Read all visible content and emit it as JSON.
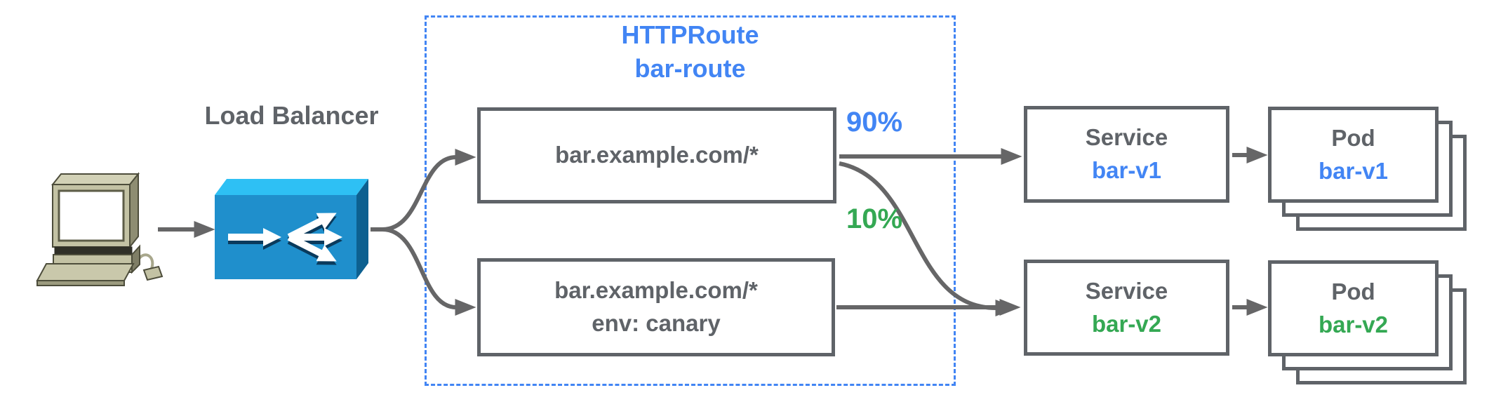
{
  "load_balancer": {
    "label": "Load Balancer"
  },
  "httproute": {
    "kind": "HTTPRoute",
    "name": "bar-route",
    "rules": [
      {
        "match": "bar.example.com/*"
      },
      {
        "match": "bar.example.com/*",
        "header": "env: canary"
      }
    ]
  },
  "traffic_split": {
    "to_v1": "90%",
    "to_v2": "10%"
  },
  "services": [
    {
      "kind": "Service",
      "name": "bar-v1"
    },
    {
      "kind": "Service",
      "name": "bar-v2"
    }
  ],
  "pods": [
    {
      "kind": "Pod",
      "name": "bar-v1"
    },
    {
      "kind": "Pod",
      "name": "bar-v2"
    }
  ],
  "icons": {
    "client": "client-computer-icon",
    "load_balancer": "load-balancer-icon"
  },
  "colors": {
    "blue": "#4285F4",
    "green": "#34A853",
    "gray_text": "#5F6368",
    "connector": "#666667",
    "lb_top": "#2EC0F4",
    "lb_front": "#1F8FCC",
    "lb_side": "#0D6090"
  }
}
